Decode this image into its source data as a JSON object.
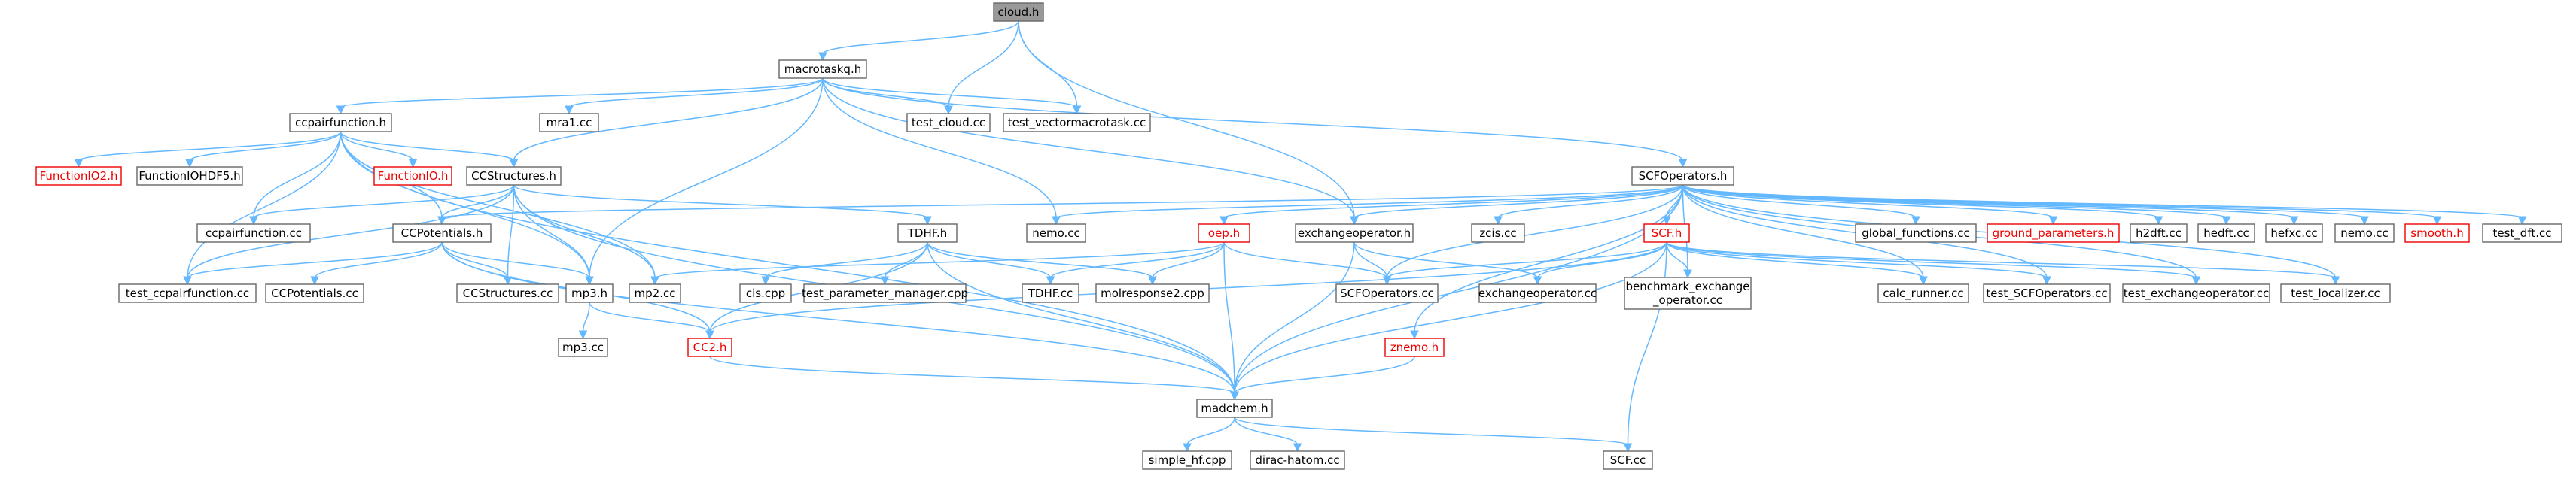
{
  "graph": {
    "title": "",
    "nodes": {
      "cloud_h": "cloud.h",
      "macrotaskq_h": "macrotaskq.h",
      "ccpairfunction_h": "ccpairfunction.h",
      "mra1_cc": "mra1.cc",
      "test_cloud_cc": "test_cloud.cc",
      "test_vectormacrotask_cc": "test_vectormacrotask.cc",
      "functionio2_h": "FunctionIO2.h",
      "functionIOHDF5_h": "FunctionIOHDF5.h",
      "functionio_h": "FunctionIO.h",
      "ccstructures_h": "CCStructures.h",
      "scfoperators_h": "SCFOperators.h",
      "ccpairfunction_cc": "ccpairfunction.cc",
      "ccpotentials_h": "CCPotentials.h",
      "tdhf_h": "TDHF.h",
      "nemo_cc_1": "nemo.cc",
      "oep_h": "oep.h",
      "exchangeoperator_h": "exchangeoperator.h",
      "zcis_cc": "zcis.cc",
      "scf_h": "SCF.h",
      "global_functions_cc": "global_functions.cc",
      "ground_parameters_h": "ground_parameters.h",
      "h2dft_cc": "h2dft.cc",
      "hedft_cc": "hedft.cc",
      "hefxc_cc": "hefxc.cc",
      "nemo_cc_2": "nemo.cc",
      "smooth_h": "smooth.h",
      "test_dft_cc": "test_dft.cc",
      "test_ccpairfunction_cc": "test_ccpairfunction.cc",
      "ccpotentials_cc": "CCPotentials.cc",
      "ccstructures_cc": "CCStructures.cc",
      "mp3_h": "mp3.h",
      "mp2_cc": "mp2.cc",
      "cis_cpp": "cis.cpp",
      "test_parameter_manager_cpp": "test_parameter_manager.cpp",
      "tdhf_cc": "TDHF.cc",
      "molresponse2_cpp": "molresponse2.cpp",
      "scfoperators_cc": "SCFOperators.cc",
      "exchangeoperator_cc": "exchangeoperator.cc",
      "benchmark_exchange_line1": "benchmark_exchange",
      "benchmark_exchange_line2": "_operator.cc",
      "calc_runner_cc": "calc_runner.cc",
      "test_scfoperators_cc": "test_SCFOperators.cc",
      "test_exchangeoperator_cc": "test_exchangeoperator.cc",
      "test_localizer_cc": "test_localizer.cc",
      "mp3_cc": "mp3.cc",
      "cc2_h": "CC2.h",
      "znemo_h": "znemo.h",
      "madchem_h": "madchem.h",
      "simple_hf_cpp": "simple_hf.cpp",
      "dirac_hatom_cc": "dirac-hatom.cc",
      "scf_cc": "SCF.cc"
    }
  },
  "colors": {
    "edge": "#63b8ff",
    "node_border": "#666666",
    "root_fill": "#999999",
    "highlight_border": "#ee0000",
    "highlight_text": "#ee0000"
  }
}
